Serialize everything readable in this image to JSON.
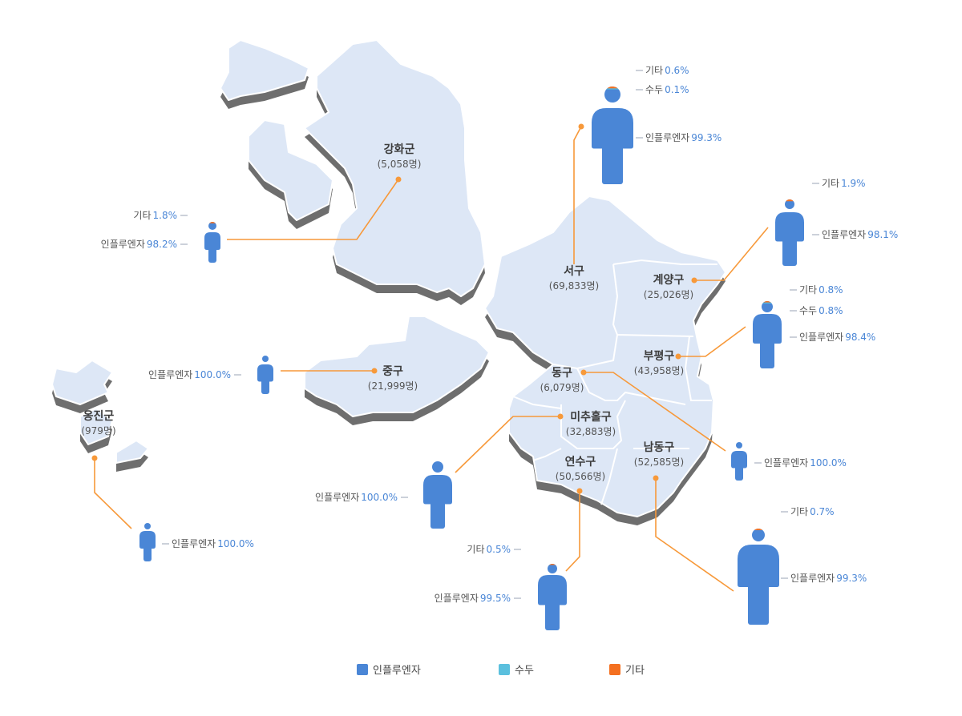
{
  "colors": {
    "influenza": "#4a86d6",
    "chickenpox": "#5bc0de",
    "other": "#f47020",
    "line": "#f7993a",
    "land": "#dde7f6",
    "shadow": "#6e6e6e"
  },
  "districts": [
    {
      "name": "강화군",
      "count": "(5,058명)",
      "stats": [
        {
          "label": "기타",
          "value": "1.8%"
        },
        {
          "label": "인플루엔자",
          "value": "98.2%"
        }
      ],
      "other": 1.8,
      "pox": 0
    },
    {
      "name": "서구",
      "count": "(69,833명)",
      "stats": [
        {
          "label": "기타",
          "value": "0.6%"
        },
        {
          "label": "수두",
          "value": "0.1%"
        },
        {
          "label": "인플루엔자",
          "value": "99.3%"
        }
      ],
      "other": 0.6,
      "pox": 0.1
    },
    {
      "name": "계양구",
      "count": "(25,026명)",
      "stats": [
        {
          "label": "기타",
          "value": "1.9%"
        },
        {
          "label": "인플루엔자",
          "value": "98.1%"
        }
      ],
      "other": 1.9,
      "pox": 0
    },
    {
      "name": "부평구",
      "count": "(43,958명)",
      "stats": [
        {
          "label": "기타",
          "value": "0.8%"
        },
        {
          "label": "수두",
          "value": "0.8%"
        },
        {
          "label": "인플루엔자",
          "value": "98.4%"
        }
      ],
      "other": 0.8,
      "pox": 0.8
    },
    {
      "name": "중구",
      "count": "(21,999명)",
      "stats": [
        {
          "label": "인플루엔자",
          "value": "100.0%"
        }
      ],
      "other": 0,
      "pox": 0
    },
    {
      "name": "동구",
      "count": "(6,079명)",
      "stats": [
        {
          "label": "인플루엔자",
          "value": "100.0%"
        }
      ],
      "other": 0,
      "pox": 0
    },
    {
      "name": "미추홀구",
      "count": "(32,883명)",
      "stats": [
        {
          "label": "인플루엔자",
          "value": "100.0%"
        }
      ],
      "other": 0,
      "pox": 0
    },
    {
      "name": "연수구",
      "count": "(50,566명)",
      "stats": [
        {
          "label": "기타",
          "value": "0.5%"
        },
        {
          "label": "인플루엔자",
          "value": "99.5%"
        }
      ],
      "other": 0.5,
      "pox": 0
    },
    {
      "name": "남동구",
      "count": "(52,585명)",
      "stats": [
        {
          "label": "기타",
          "value": "0.7%"
        },
        {
          "label": "인플루엔자",
          "value": "99.3%"
        }
      ],
      "other": 0.7,
      "pox": 0
    },
    {
      "name": "옹진군",
      "count": "(979명)",
      "stats": [
        {
          "label": "인플루엔자",
          "value": "100.0%"
        }
      ],
      "other": 0,
      "pox": 0
    }
  ],
  "legend": [
    {
      "label": "인플루엔자",
      "color": "#4a86d6"
    },
    {
      "label": "수두",
      "color": "#5bc0de"
    },
    {
      "label": "기타",
      "color": "#f47020"
    }
  ]
}
